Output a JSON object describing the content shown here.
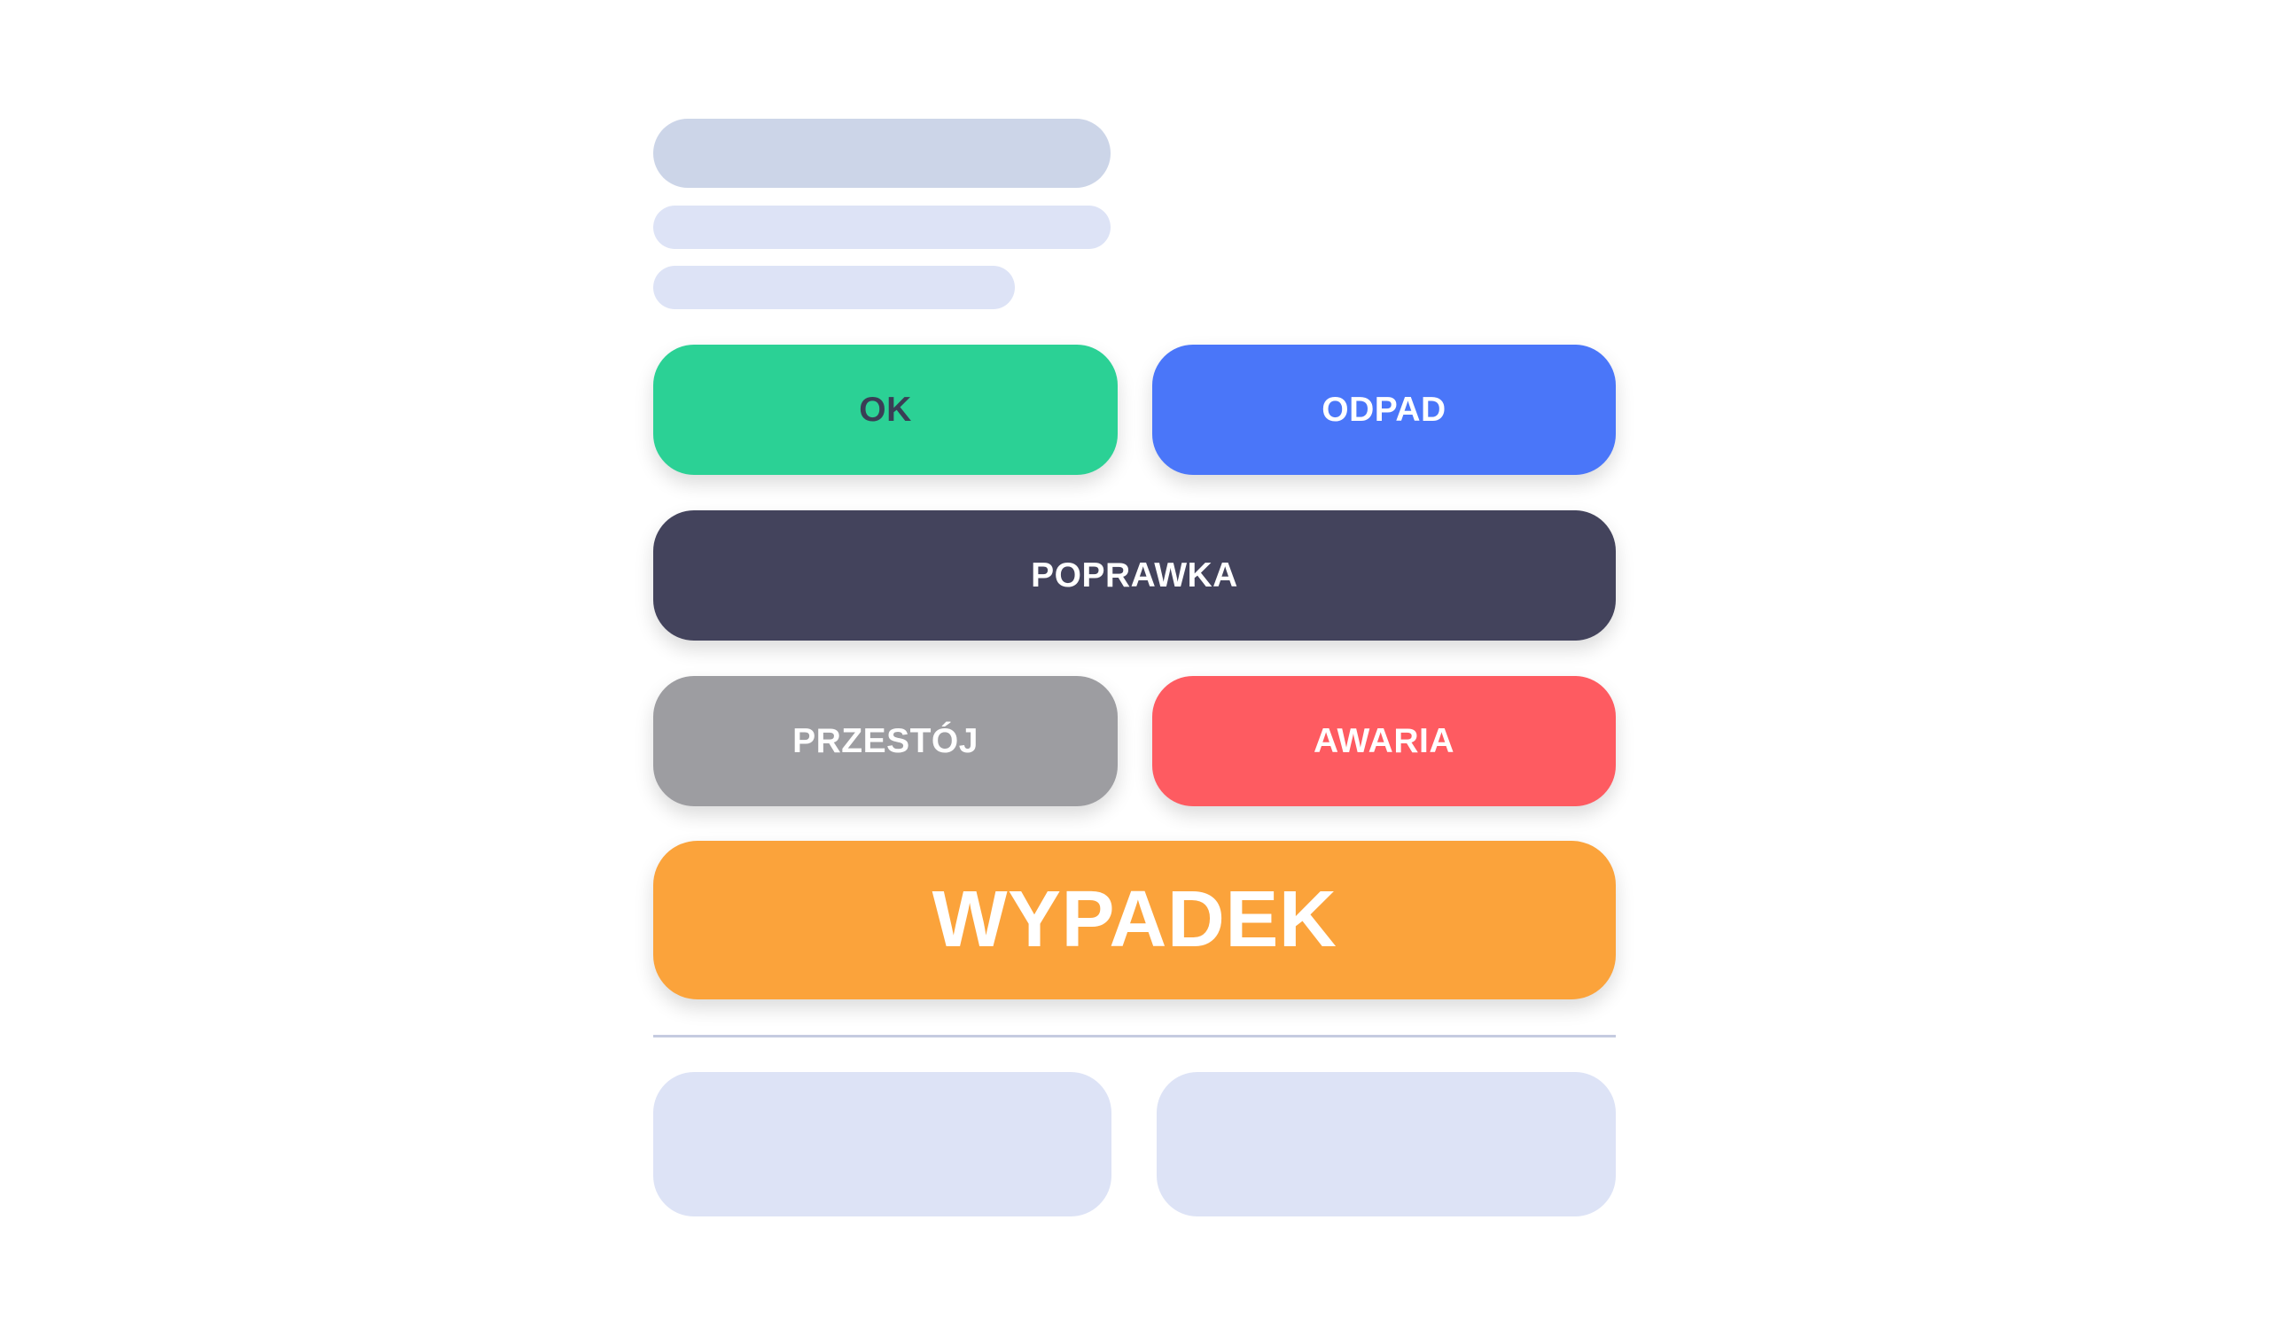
{
  "colors": {
    "skeleton_dark": "#ccd5e8",
    "skeleton_light": "#dde3f6",
    "ok": "#2bd195",
    "odpad": "#4a76f9",
    "poprawka": "#43435c",
    "przestoj": "#9d9da1",
    "awaria": "#fe5b61",
    "wypadek": "#fba33b",
    "divider": "#c5cbe0"
  },
  "buttons": {
    "ok": "OK",
    "odpad": "ODPAD",
    "poprawka": "POPRAWKA",
    "przestoj": "PRZESTÓJ",
    "awaria": "AWARIA",
    "wypadek": "WYPADEK"
  }
}
